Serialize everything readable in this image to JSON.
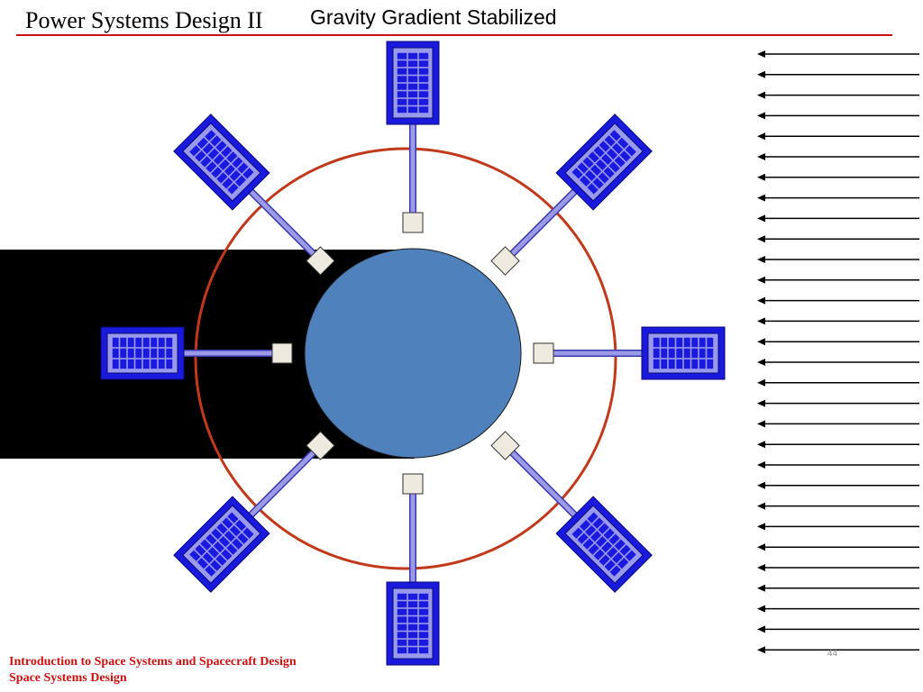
{
  "header": {
    "course_title": "Power Systems Design II",
    "slide_title": "Gravity Gradient Stabilized"
  },
  "footer": {
    "line1": "Introduction to Space Systems and Spacecraft Design",
    "line2": "Space Systems Design"
  },
  "page_number": "44",
  "colors": {
    "accent_red": "#cc1111",
    "orbit": "#c0391b",
    "earth": "#4f81bd",
    "panel_outer": "#1a1adf",
    "panel_inner": "#9999ee",
    "boom": "#9a9ae8",
    "hub": "#eeeadf",
    "shadow": "#000000"
  },
  "diagram": {
    "satellite_count": 8,
    "sunlight_arrow_count": 30,
    "sunlight_direction": "left"
  }
}
